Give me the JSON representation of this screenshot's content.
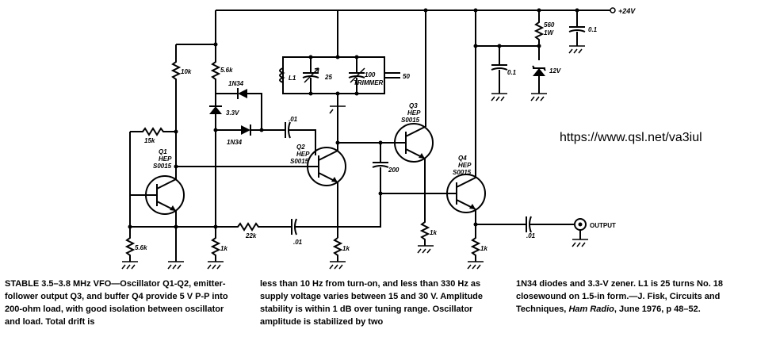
{
  "supply": "+24V",
  "url": "https://www.qsl.net/va3iul",
  "output_label": "OUTPUT",
  "transistors": {
    "q1": [
      "Q1",
      "HEP",
      "S0015"
    ],
    "q2": [
      "Q2",
      "HEP",
      "S0015"
    ],
    "q3": [
      "Q3",
      "HEP",
      "S0015"
    ],
    "q4": [
      "Q4",
      "HEP",
      "S0015"
    ]
  },
  "components": {
    "r_10k": "10k",
    "r_5k6_top": "5.6k",
    "d_1n34_top": "1N34",
    "d_1n34_bot": "1N34",
    "zener_3v3": "3.3V",
    "r_15k": "15k",
    "c_01_a": ".01",
    "l1": "L1",
    "c_25": "25",
    "c_100": "100",
    "trimmer": "TRIMMER",
    "c_50": "50",
    "c_200": "200",
    "r_22k": "22k",
    "c_01_b": ".01",
    "r_5k6_bot": "5.6k",
    "r_1k_a": "1k",
    "r_1k_b": "1k",
    "r_1k_c": "1k",
    "r_1k_d": "1k",
    "c_01_out": ".01",
    "c_01_left": "0.1",
    "c_01_right": "0.1",
    "r_560": "560",
    "r_1w": "1W",
    "zener_12v": "12V"
  },
  "caption": {
    "col1": "STABLE 3.5–3.8 MHz VFO—Oscillator Q1-Q2, emitter-follower output Q3, and buffer Q4 provide 5 V P-P into 200-ohm load, with good isolation between oscillator and load. Total drift is",
    "col2": "less than 10 Hz from turn-on, and less than 330 Hz as supply voltage varies between 15 and 30 V. Amplitude stability is within 1 dB over tuning range. Oscillator amplitude is stabilized by two",
    "col3_a": "1N34 diodes and 3.3-V zener. L1 is 25 turns No. 18 closewound on 1.5-in form.—J. Fisk, Circuits and Techniques,",
    "col3_journal": "Ham Radio",
    "col3_b": ", June 1976, p 48–52."
  }
}
